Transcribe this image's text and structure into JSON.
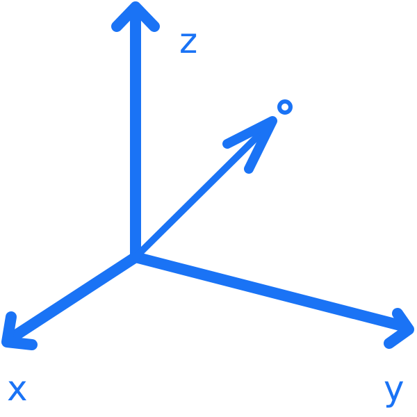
{
  "colors": {
    "stroke": "#1a73f5",
    "background": "#ffffff"
  },
  "axes": {
    "z": {
      "label": "z"
    },
    "x": {
      "label": "x"
    },
    "y": {
      "label": "y"
    }
  },
  "vector": {
    "arrow_icon": "arrow-head-icon",
    "point_icon": "ring-point-icon"
  }
}
